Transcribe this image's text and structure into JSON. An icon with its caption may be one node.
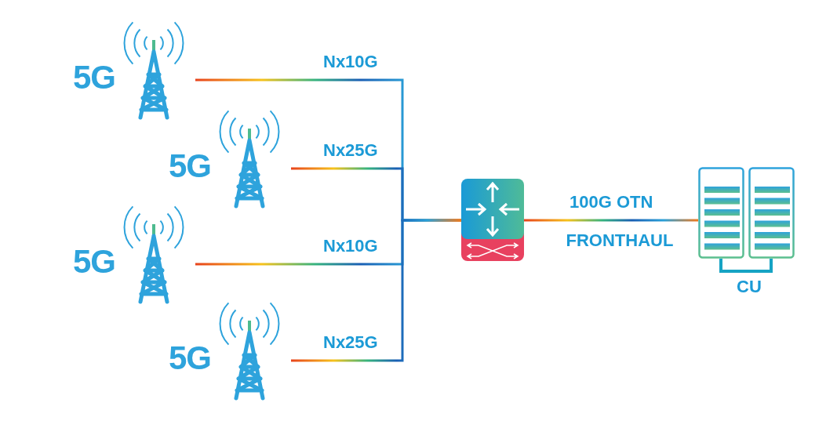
{
  "diagram": {
    "nodes": [
      {
        "text": [],
        "shape": "tower",
        "beside": [
          "5G"
        ]
      },
      {
        "text": [],
        "shape": "tower",
        "beside": [
          "5G"
        ]
      },
      {
        "text": [],
        "shape": "tower",
        "beside": [
          "5G"
        ]
      },
      {
        "text": [],
        "shape": "tower",
        "beside": [
          "5G"
        ]
      },
      {
        "text": [],
        "shape": "router"
      },
      {
        "text": [],
        "shape": "server",
        "beside": [
          "CU"
        ]
      }
    ],
    "edges": [
      {
        "from": 0,
        "to": 4,
        "arrow": "none",
        "label": "Nx10G"
      },
      {
        "from": 1,
        "to": 4,
        "arrow": "none",
        "label": "Nx25G"
      },
      {
        "from": 2,
        "to": 4,
        "arrow": "none",
        "label": "Nx10G"
      },
      {
        "from": 3,
        "to": 4,
        "arrow": "none",
        "label": "Nx25G"
      },
      {
        "from": 4,
        "to": 5,
        "arrow": "none",
        "label": "100G OTN"
      }
    ],
    "labels": [
      "FRONTHAUL"
    ]
  }
}
